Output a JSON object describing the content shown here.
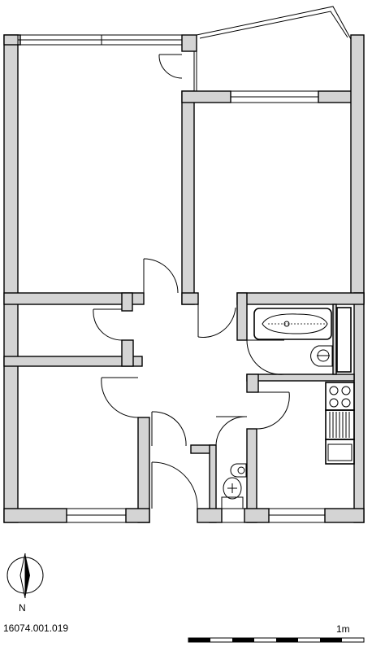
{
  "plan_id": "16074.001.019",
  "north_label": "N",
  "scale_label": "1m"
}
